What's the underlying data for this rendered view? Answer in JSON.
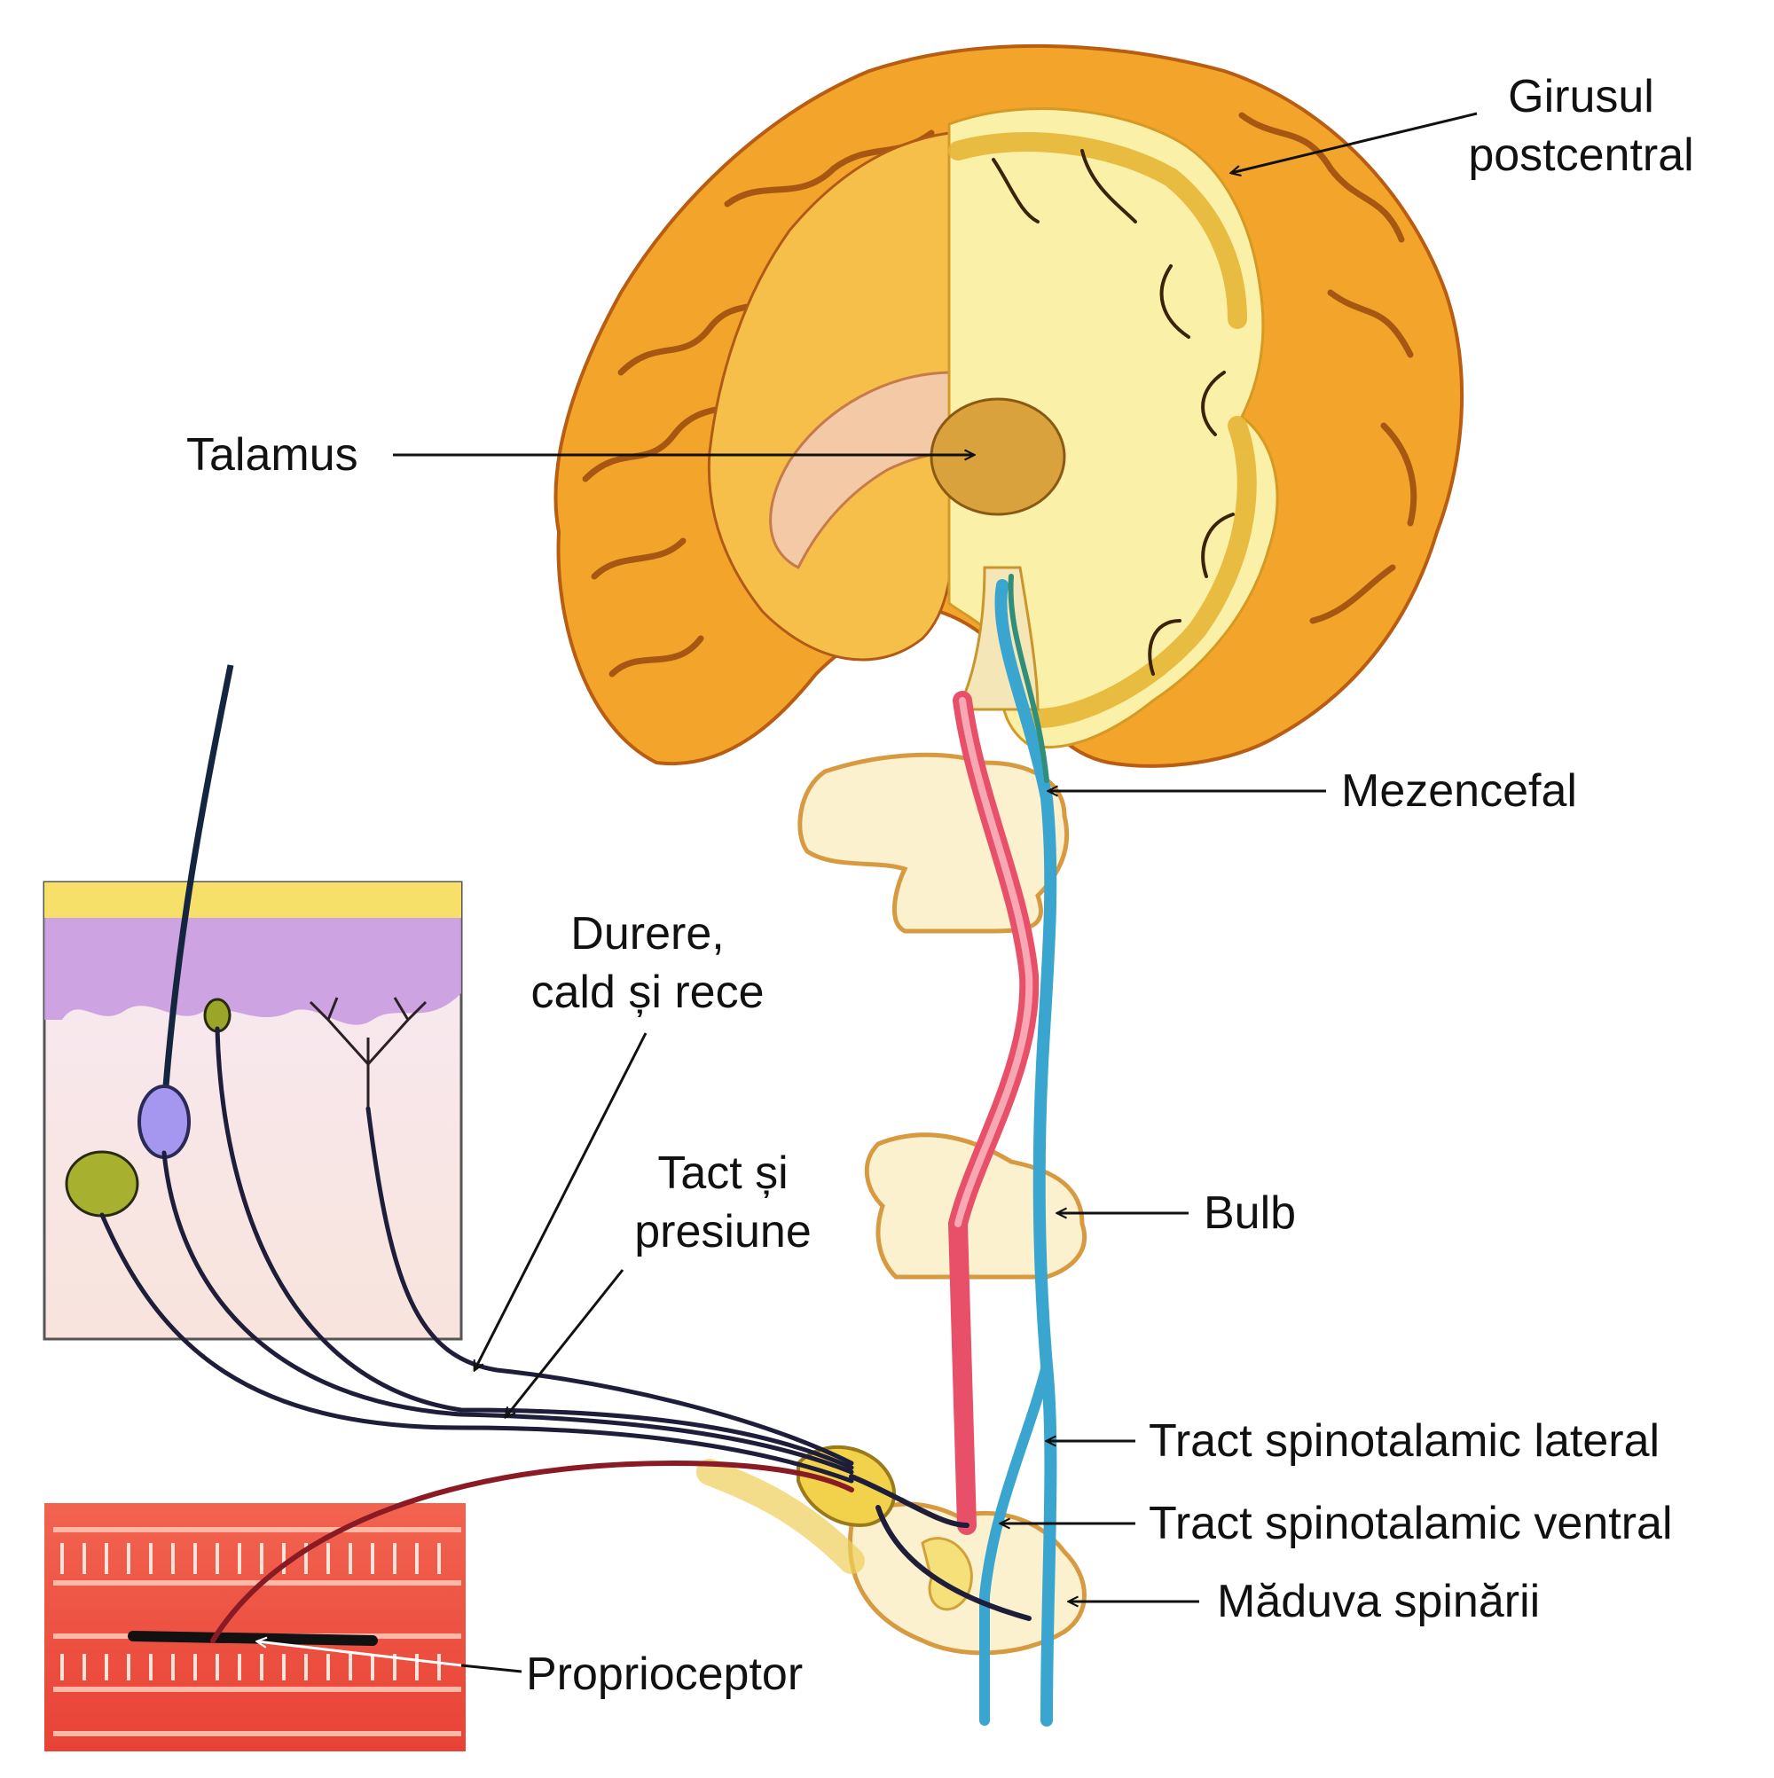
{
  "labels": {
    "girusul_line1": "Girusul",
    "girusul_line2": "postcentral",
    "talamus": "Talamus",
    "mezencefal": "Mezencefal",
    "durere_line1": "Durere,",
    "durere_line2": "cald și rece",
    "tact_line1": "Tact și",
    "tact_line2": "presiune",
    "bulb": "Bulb",
    "tract_lateral": "Tract spinotalamic lateral",
    "tract_ventral": "Tract spinotalamic ventral",
    "maduva": "Măduva spinării",
    "proprioceptor": "Proprioceptor"
  },
  "colors": {
    "cortex": "#f4a52a",
    "white_matter": "#fbf0a8",
    "pathway_blue": "#3aa6cf",
    "pathway_red": "#e8506a",
    "nerve": "#1e1e3a",
    "skin_epidermis": "#c99be0",
    "muscle": "#ef4d3d"
  }
}
